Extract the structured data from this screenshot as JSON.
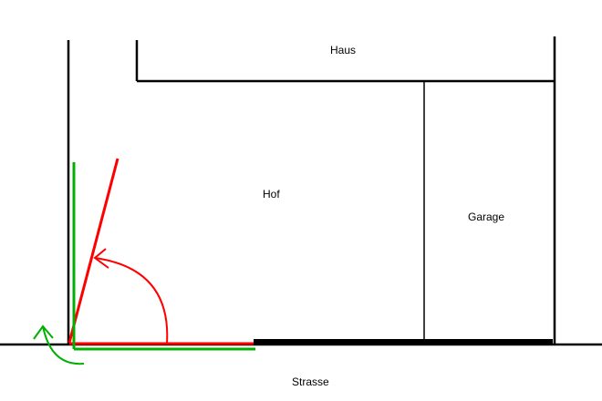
{
  "labels": {
    "haus": "Haus",
    "hof": "Hof",
    "garage": "Garage",
    "strasse": "Strasse"
  },
  "colors": {
    "background": "#ffffff",
    "walls": "#000000",
    "gate_red": "#ff0000",
    "gate_green": "#00b000"
  }
}
